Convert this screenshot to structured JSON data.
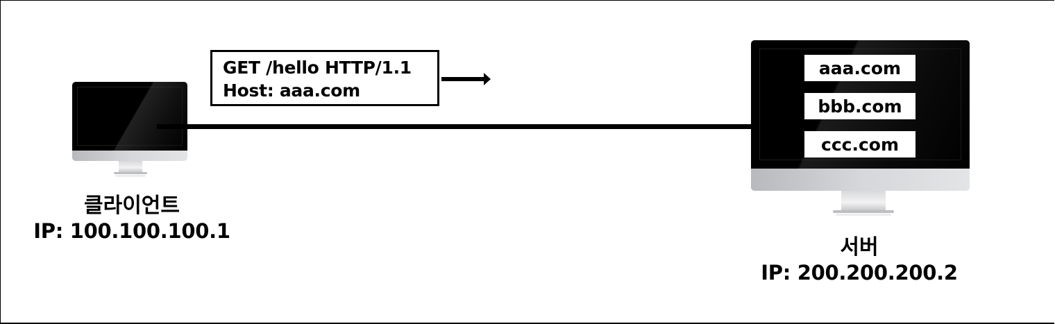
{
  "diagram": {
    "type": "http-request-virtual-hosting",
    "client": {
      "name": "클라이언트",
      "ip": "IP:  100.100.100.1",
      "icon": "desktop-monitor-icon"
    },
    "server": {
      "name": "서버",
      "ip": "IP:  200.200.200.2",
      "icon": "desktop-monitor-icon",
      "hosts": [
        "aaa.com",
        "bbb.com",
        "ccc.com"
      ]
    },
    "request": {
      "lines": [
        "GET /hello HTTP/1.1",
        "Host: aaa.com"
      ],
      "direction": "client-to-server",
      "arrow_icon": "arrow-right-icon"
    },
    "colors": {
      "background": "#ffffff",
      "line": "#000000",
      "screen": "#000000",
      "chin": "#d0d1d4"
    }
  }
}
